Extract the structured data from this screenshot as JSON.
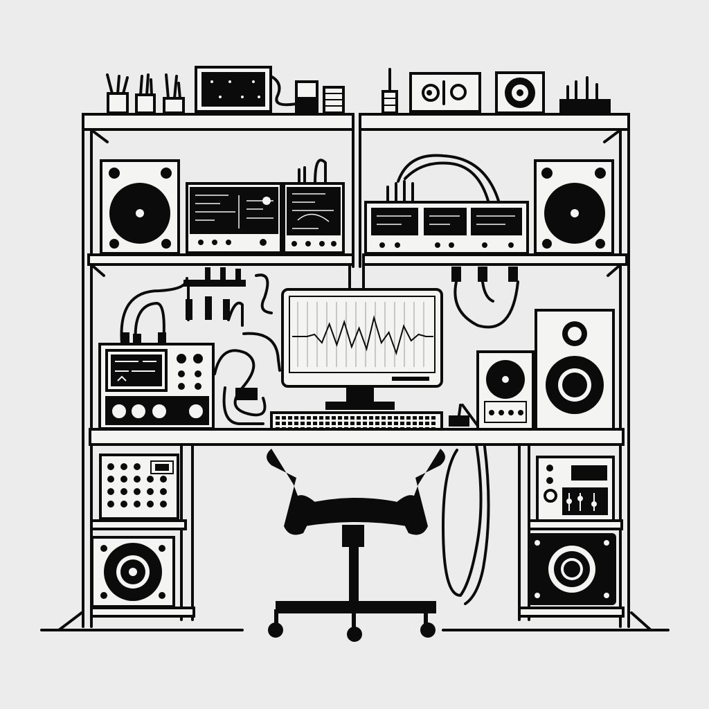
{
  "palette": {
    "background": "#ececec",
    "ink": "#0b0b0b",
    "paper": "#f4f4f2"
  },
  "monitor": {
    "waveform": [
      0,
      0,
      0,
      0.1,
      -0.3,
      0.6,
      -0.4,
      0.7,
      -0.5,
      0.4,
      -0.6,
      0.9,
      -0.3,
      0.2,
      -0.8,
      0.5,
      -0.2,
      0.1,
      0,
      0
    ]
  }
}
